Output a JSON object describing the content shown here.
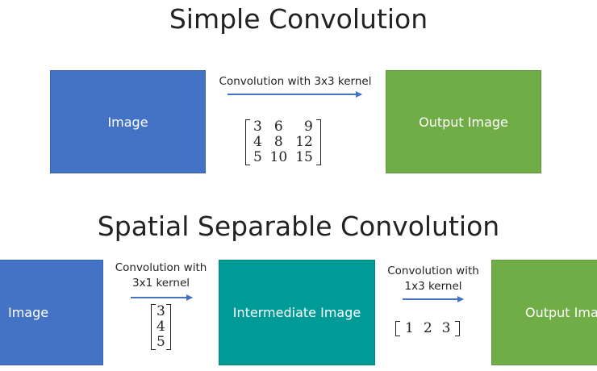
{
  "simple": {
    "title": "Simple Convolution",
    "input_label": "Image",
    "output_label": "Output Image",
    "arrow_label": "Convolution with 3x3 kernel",
    "kernel": [
      [
        "3",
        "6",
        "9"
      ],
      [
        "4",
        "8",
        "12"
      ],
      [
        "5",
        "10",
        "15"
      ]
    ]
  },
  "separable": {
    "title": "Spatial Separable Convolution",
    "input_label": "Image",
    "intermediate_label": "Intermediate Image",
    "output_label": "Output Ima",
    "step1_label_line1": "Convolution with",
    "step1_label_line2": "3x1 kernel",
    "step2_label_line1": "Convolution with",
    "step2_label_line2": "1x3 kernel",
    "kernel_3x1": [
      "3",
      "4",
      "5"
    ],
    "kernel_1x3": [
      "1",
      "2",
      "3"
    ]
  },
  "colors": {
    "image_box": "#4472c4",
    "output_box": "#70ad47",
    "intermediate_box": "#009b96",
    "arrow": "#4472c4"
  }
}
